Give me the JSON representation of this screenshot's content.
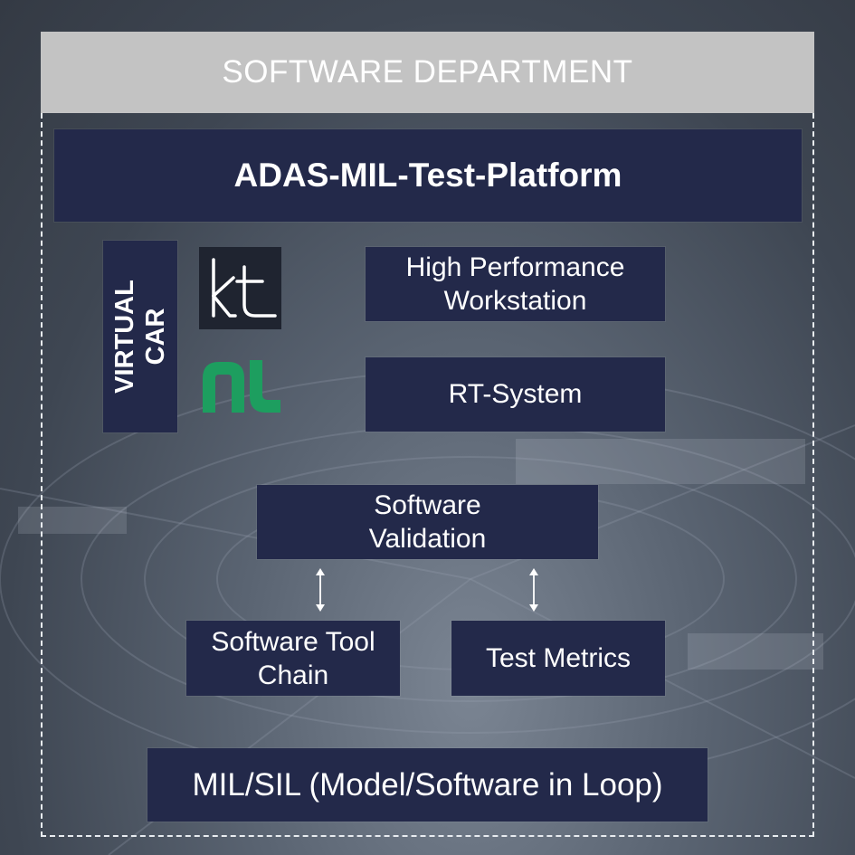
{
  "header": {
    "title": "SOFTWARE DEPARTMENT"
  },
  "platform": {
    "title": "ADAS-MIL-Test-Platform"
  },
  "virtual_car": {
    "label": "VIRTUAL\nCAR"
  },
  "logos": [
    {
      "name": "kt-logo",
      "text": "kt",
      "color": "#ffffff",
      "background": "#1f2430"
    },
    {
      "name": "ni-logo",
      "text": "ni",
      "color": "#1d9e5f"
    }
  ],
  "components": {
    "workstation": "High Performance\nWorkstation",
    "rt_system": "RT-System",
    "software_validation": "Software\nValidation",
    "tool_chain": "Software Tool\nChain",
    "test_metrics": "Test Metrics",
    "mil_sil": "MIL/SIL (Model/Software in Loop)"
  },
  "colors": {
    "box": "#23294a",
    "header": "#c3c3c3",
    "text": "#ffffff",
    "frame": "#e8ecf0"
  }
}
